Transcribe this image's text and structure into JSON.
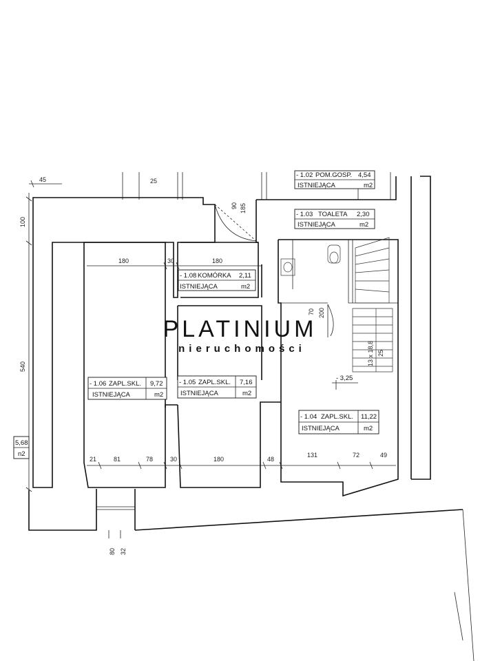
{
  "logo": {
    "name": "PLATINIUM",
    "subtitle": "nieruchomości"
  },
  "rooms": [
    {
      "code": "- 1.02",
      "name": "POM.GOSP.",
      "area": "4,54",
      "status": "ISTNIEJĄCA",
      "unit": "m2"
    },
    {
      "code": "- 1.03",
      "name": "TOALETA",
      "area": "2,30",
      "status": "ISTNIEJĄCA",
      "unit": "m2"
    },
    {
      "code": "- 1.08",
      "name": "KOMÓRKA",
      "area": "2,11",
      "status": "ISTNIEJĄCA",
      "unit": "m2"
    },
    {
      "code": "- 1.06",
      "name": "ZAPL.SKL.",
      "area": "9,72",
      "status": "ISTNIEJĄCA",
      "unit": "m2"
    },
    {
      "code": "- 1.05",
      "name": "ZAPL.SKL.",
      "area": "7,16",
      "status": "ISTNIEJĄCA",
      "unit": "m2"
    },
    {
      "code": "- 1.04",
      "name": "ZAPL.SKL.",
      "area": "11,22",
      "status": "ISTNIEJĄCA",
      "unit": "m2"
    }
  ],
  "dimensions": {
    "d45": "45",
    "d25_top": "25",
    "d100": "100",
    "d540": "540",
    "d90": "90",
    "d185": "185",
    "d180_a": "180",
    "d30_a": "30",
    "d180_b": "180",
    "d70": "70",
    "d200": "200",
    "stairs": "13 x 18,8",
    "d25_stairs": "25",
    "level": "- 3,25",
    "b21": "21",
    "b81": "81",
    "b78": "78",
    "b30": "30",
    "b180": "180",
    "b48": "48",
    "b131": "131",
    "b72": "72",
    "b49": "49",
    "d80": "80",
    "d32": "32",
    "edge_area": "5,68",
    "edge_unit": "n2"
  }
}
